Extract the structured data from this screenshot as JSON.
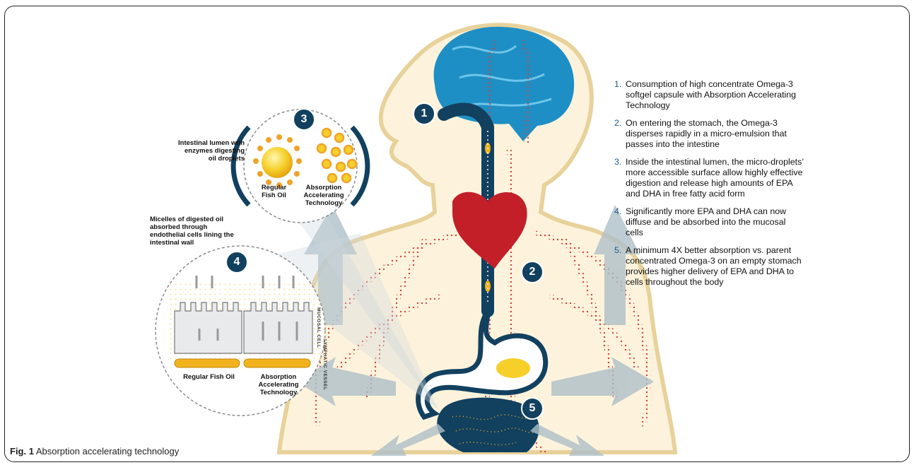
{
  "steps": [
    {
      "num": "1.",
      "text": "Consumption of high concentrate Omega-3 softgel capsule with Absorption Accelerating Technology"
    },
    {
      "num": "2.",
      "text": "On entering the stomach, the Omega-3 disperses rapidly in a micro-emulsion that passes into the intestine"
    },
    {
      "num": "3.",
      "text": "Inside the intestinal lumen, the micro-droplets’ more accessible surface allow highly effective digestion and release high amounts of EPA and DHA in free fatty acid form"
    },
    {
      "num": "4.",
      "text": "Significantly more EPA and DHA can now diffuse and be absorbed into the mucosal cells"
    },
    {
      "num": "5.",
      "text": "A minimum 4X better absorption vs. parent concentrated Omega-3 on an empty stomach provides higher delivery of EPA and DHA to cells throughout the body"
    }
  ],
  "badges": {
    "b1": "1",
    "b2": "2",
    "b3": "3",
    "b4": "4",
    "b5": "5"
  },
  "labels": {
    "intestinal_lumen": "Intestinal lumen with enzymes digesting oil droplets",
    "regular_fish_oil_top": "Regular Fish Oil",
    "aat_top": "Absorption Accelerating Technology",
    "micelles": "Micelles of digested oil absorbed through endothelial cells lining the intestinal wall",
    "mucosal_cell": "MUCOSAL CELL",
    "lymphatic_vessel": "LYMPHATIC VESSEL",
    "regular_fish_oil_bottom": "Regular Fish Oil",
    "aat_bottom": "Absorption Accelerating Technology"
  },
  "caption": {
    "prefix": "Fig. 1",
    "text": " Absorption accelerating technology"
  },
  "colors": {
    "navy": "#12405f",
    "brain": "#1e8fc4",
    "heart": "#c21f28",
    "vessel_dots": "#d0453f",
    "arrow": "#aebfc8",
    "body_fill": "#fdf3dc",
    "body_outline": "#e8d29b",
    "oil": "#f2b21d"
  }
}
